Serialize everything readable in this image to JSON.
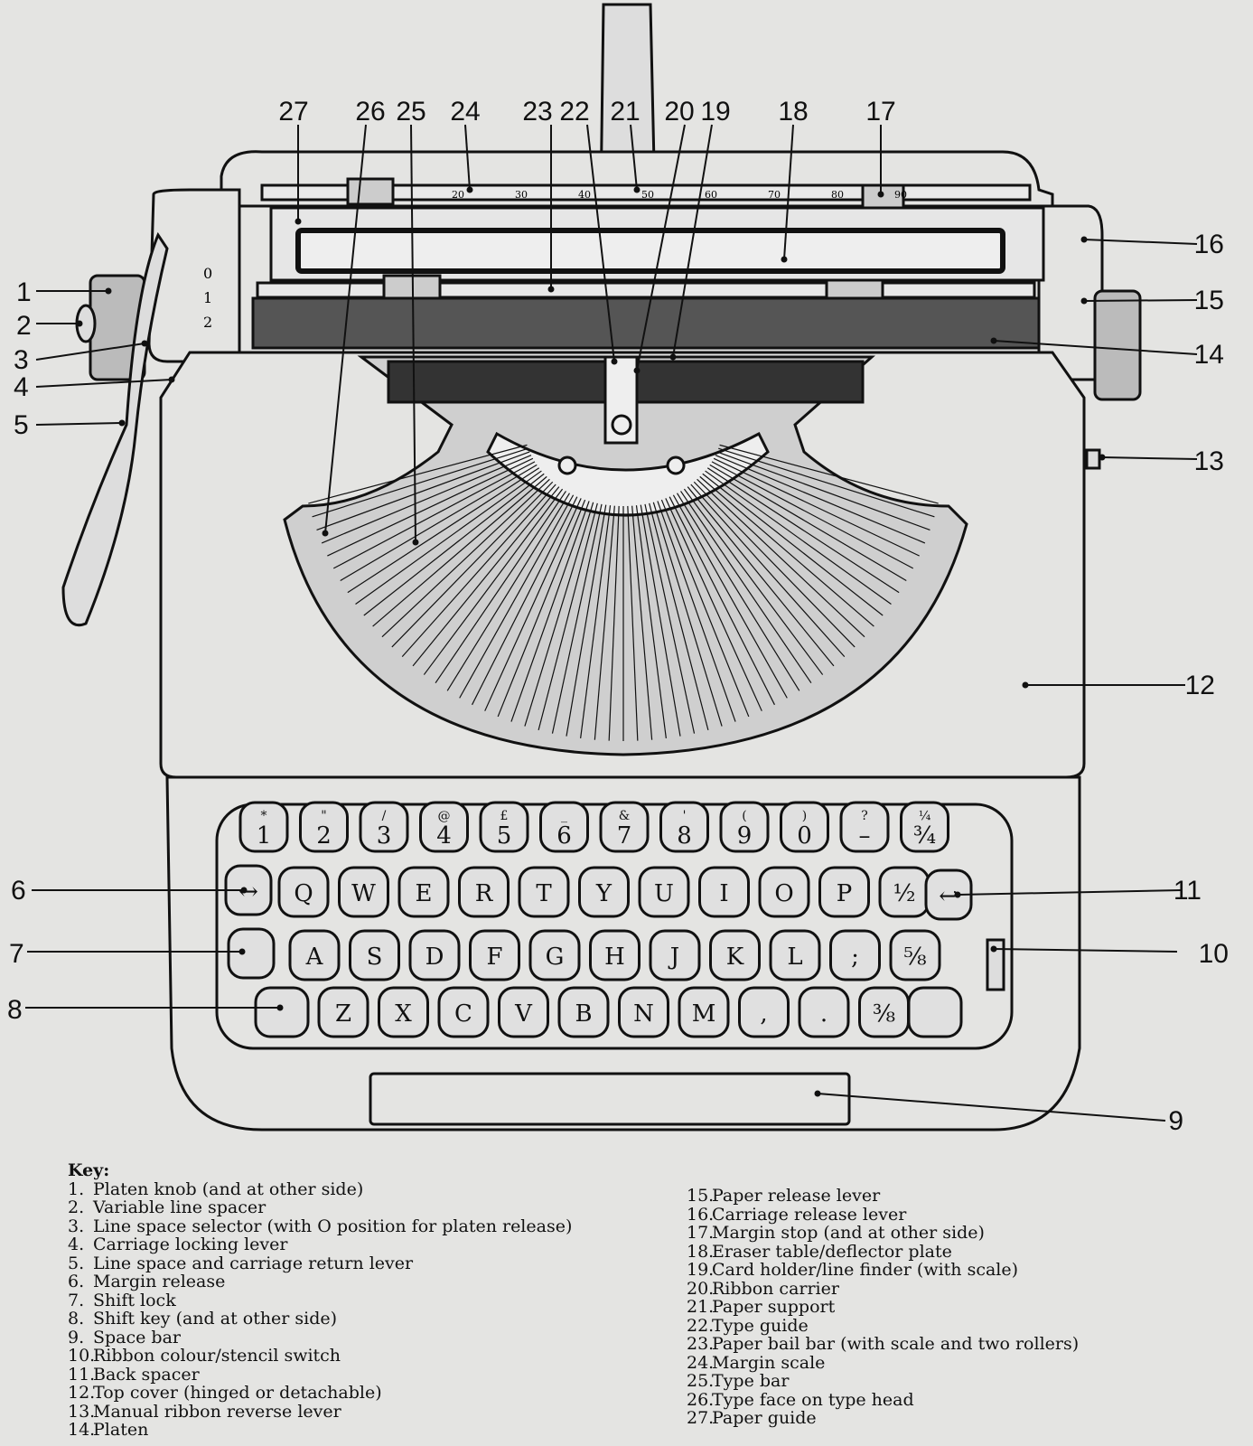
{
  "callouts": [
    "1",
    "2",
    "3",
    "4",
    "5",
    "6",
    "7",
    "8",
    "9",
    "10",
    "11",
    "12",
    "13",
    "14",
    "15",
    "16",
    "17",
    "18",
    "19",
    "20",
    "21",
    "22",
    "23",
    "24",
    "25",
    "26",
    "27"
  ],
  "keyboard": {
    "row1": [
      [
        "*",
        "1"
      ],
      [
        "\"",
        "2"
      ],
      [
        "/",
        "3"
      ],
      [
        "@",
        "4"
      ],
      [
        "£",
        "5"
      ],
      [
        "_",
        "6"
      ],
      [
        "&",
        "7"
      ],
      [
        "'",
        "8"
      ],
      [
        "(",
        "9"
      ],
      [
        ")",
        "0"
      ],
      [
        "?",
        "–"
      ],
      [
        "¼",
        "¾"
      ]
    ],
    "row2": [
      "Q",
      "W",
      "E",
      "R",
      "T",
      "Y",
      "U",
      "I",
      "O",
      "P",
      "½"
    ],
    "row3": [
      "A",
      "S",
      "D",
      "F",
      "G",
      "H",
      "J",
      "K",
      "L",
      ";",
      "⅝"
    ],
    "row4": [
      "Z",
      "X",
      "C",
      "V",
      "B",
      "N",
      "M",
      ",",
      ".",
      "⅜"
    ],
    "margin_release_symbol": "↔",
    "back_spacer_symbol": "↩"
  },
  "scale_marks": [
    "20",
    "30",
    "40",
    "50",
    "60",
    "70",
    "80",
    "90"
  ],
  "selector_marks": [
    "0",
    "1",
    "2"
  ],
  "legend": {
    "title": "Key:",
    "items": [
      {
        "n": "1.",
        "text": "Platen knob (and at other side)"
      },
      {
        "n": "2.",
        "text": "Variable line spacer"
      },
      {
        "n": "3.",
        "text": "Line space selector (with O position for platen release)"
      },
      {
        "n": "4.",
        "text": "Carriage locking lever"
      },
      {
        "n": "5.",
        "text": "Line space and carriage return lever"
      },
      {
        "n": "6.",
        "text": "Margin release"
      },
      {
        "n": "7.",
        "text": "Shift lock"
      },
      {
        "n": "8.",
        "text": "Shift key (and at other side)"
      },
      {
        "n": "9.",
        "text": "Space bar"
      },
      {
        "n": "10.",
        "text": "Ribbon colour/stencil switch"
      },
      {
        "n": "11.",
        "text": "Back spacer"
      },
      {
        "n": "12.",
        "text": "Top cover (hinged or detachable)"
      },
      {
        "n": "13.",
        "text": "Manual ribbon reverse lever"
      },
      {
        "n": "14.",
        "text": "Platen"
      },
      {
        "n": "15.",
        "text": "Paper release lever"
      },
      {
        "n": "16.",
        "text": "Carriage release lever"
      },
      {
        "n": "17.",
        "text": "Margin stop (and at other side)"
      },
      {
        "n": "18.",
        "text": "Eraser table/deflector plate"
      },
      {
        "n": "19.",
        "text": "Card holder/line finder (with scale)"
      },
      {
        "n": "20.",
        "text": "Ribbon carrier"
      },
      {
        "n": "21.",
        "text": "Paper support"
      },
      {
        "n": "22.",
        "text": "Type guide"
      },
      {
        "n": "23.",
        "text": "Paper bail bar (with scale and two rollers)"
      },
      {
        "n": "24.",
        "text": "Margin scale"
      },
      {
        "n": "25.",
        "text": "Type bar"
      },
      {
        "n": "26.",
        "text": "Type face on type head"
      },
      {
        "n": "27.",
        "text": "Paper guide"
      }
    ]
  }
}
